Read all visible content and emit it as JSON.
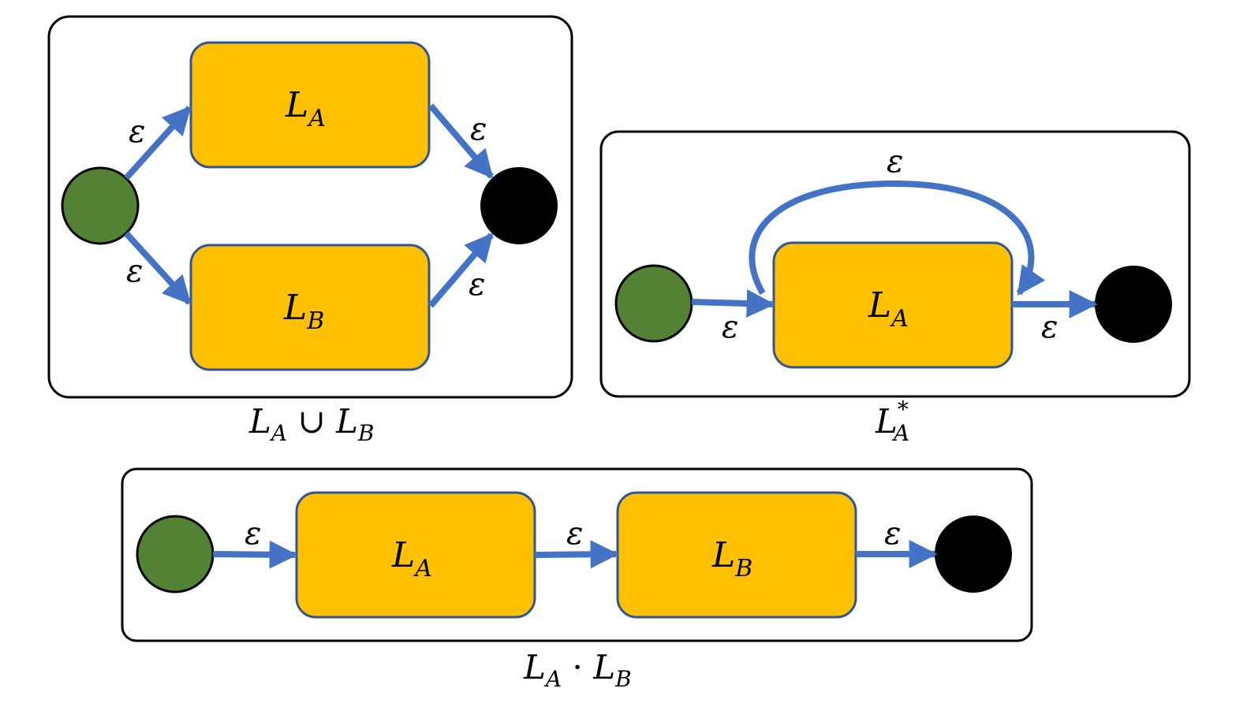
{
  "colors": {
    "box_fill": "#FFC000",
    "box_border": "#2F5597",
    "start_node": "#548235",
    "accept_node": "#000000",
    "edge": "#4472C4"
  },
  "epsilon": "ε",
  "union_panel": {
    "box_a": {
      "main": "L",
      "sub": "A"
    },
    "box_b": {
      "main": "L",
      "sub": "B"
    },
    "caption": {
      "l1": "L",
      "s1": "A",
      "op": " ∪ ",
      "l2": "L",
      "s2": "B"
    }
  },
  "star_panel": {
    "box_a": {
      "main": "L",
      "sub": "A"
    },
    "caption": {
      "l1": "L",
      "sup": "*",
      "s1": "A"
    }
  },
  "concat_panel": {
    "box_a": {
      "main": "L",
      "sub": "A"
    },
    "box_b": {
      "main": "L",
      "sub": "B"
    },
    "caption": {
      "l1": "L",
      "s1": "A",
      "op": " · ",
      "l2": "L",
      "s2": "B"
    }
  }
}
